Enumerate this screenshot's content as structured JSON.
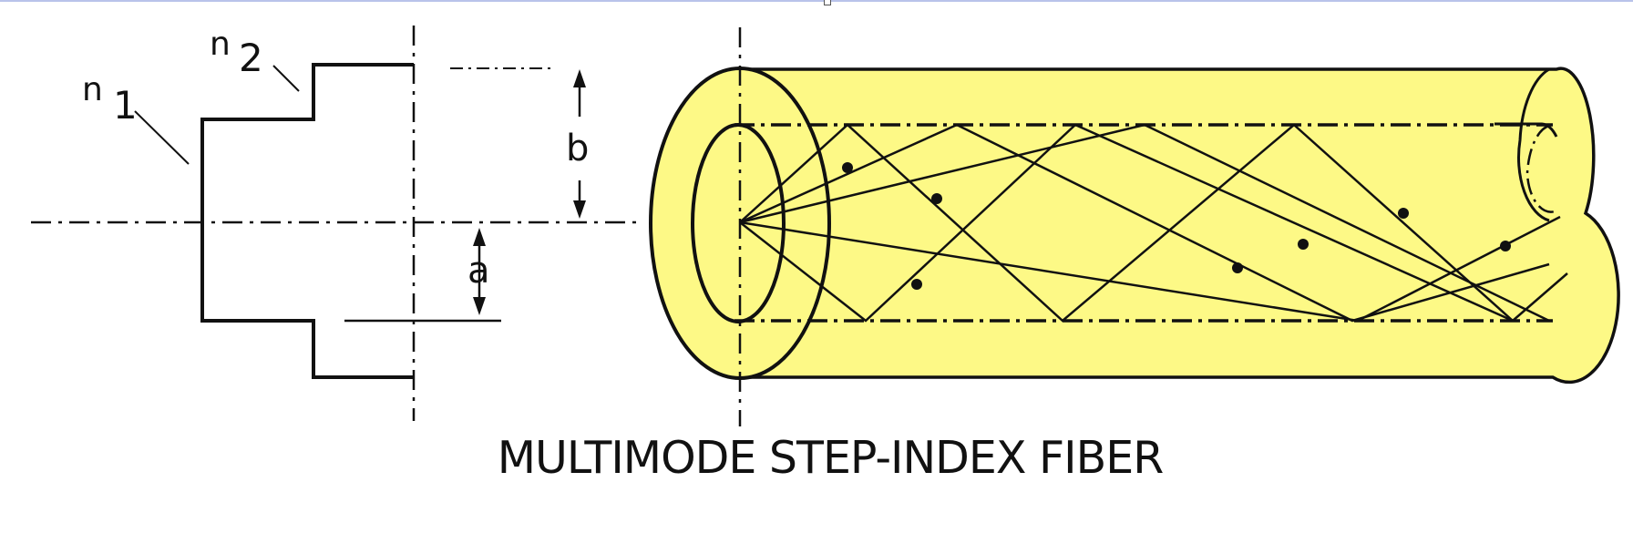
{
  "diagram": {
    "labels": {
      "n1_base": "n",
      "n1_sub": "1",
      "n2_base": "n",
      "n2_sub": "2",
      "b": "b",
      "a": "a"
    },
    "caption": "MULTIMODE STEP-INDEX FIBER",
    "colors": {
      "cladding_fill": "#fdf986",
      "core_fill": "#fdf986",
      "line": "#111111",
      "top_rule": "#b9c3ea"
    }
  }
}
